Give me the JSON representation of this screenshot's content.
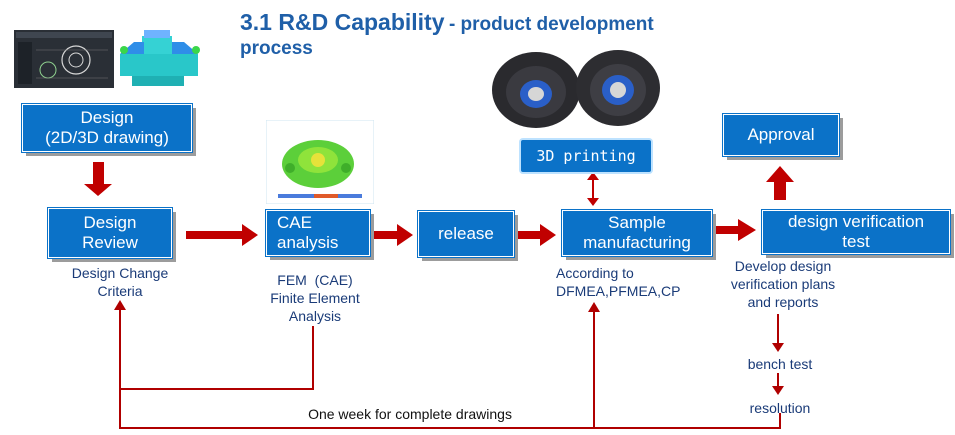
{
  "title": {
    "main": "3.1 R&D Capability",
    "sub_line1": "- product development",
    "sub_line2": "process"
  },
  "boxes": {
    "design": [
      "Design",
      "(2D/3D drawing)"
    ],
    "design_review": [
      "Design",
      "Review"
    ],
    "cae": [
      "CAE",
      "analysis"
    ],
    "release": "release",
    "sample": [
      "Sample",
      "manufacturing"
    ],
    "approval": "Approval",
    "dvt": [
      "design verification",
      "test"
    ],
    "printing": "3D printing"
  },
  "labels": {
    "design_change": [
      "Design Change",
      "Criteria"
    ],
    "fem": [
      "FEM  (CAE)",
      "Finite Element",
      "Analysis"
    ],
    "according": [
      "According to",
      "DFMEA,PFMEA,CP"
    ],
    "develop": [
      "Develop design",
      "verification plans",
      "and reports"
    ],
    "bench": "bench test",
    "resolution": "resolution",
    "one_week": "One week for complete drawings"
  },
  "colors": {
    "box_blue": "#0b72c8",
    "arrow_red": "#c00000",
    "title_blue": "#1f5fa8",
    "label_navy": "#1a3b78"
  }
}
